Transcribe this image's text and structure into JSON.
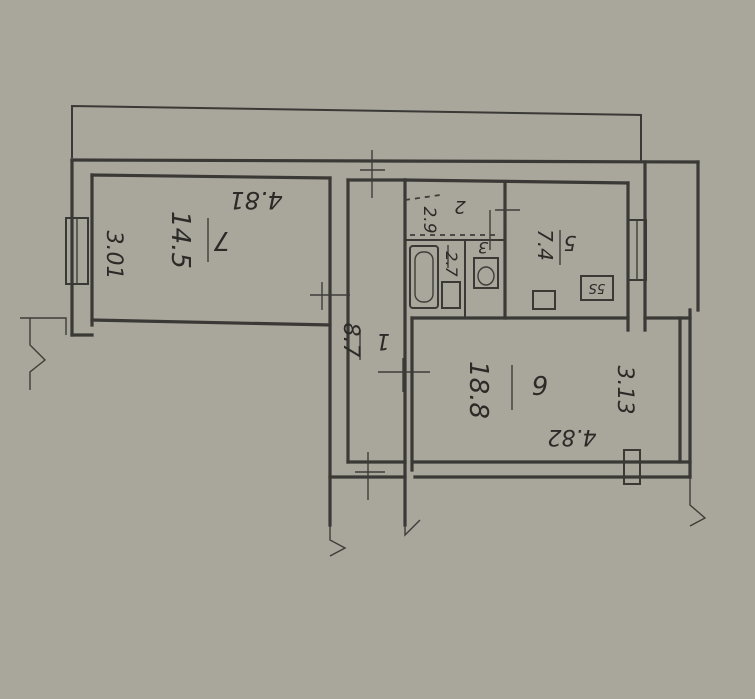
{
  "plan": {
    "rooms": [
      {
        "id": "room-1",
        "number": "1",
        "area": "8.7"
      },
      {
        "id": "room-2",
        "number": "2",
        "area": "2.9"
      },
      {
        "id": "room-3",
        "number": "3",
        "area": "2.7"
      },
      {
        "id": "room-5",
        "number": "5",
        "area": "7.4"
      },
      {
        "id": "room-6",
        "number": "6",
        "area": "18.8"
      },
      {
        "id": "room-7",
        "number": "7",
        "area": "14.5"
      }
    ],
    "dimensions": {
      "room7_top": "4.81",
      "room7_side": "3.01",
      "room6_side": "3.13",
      "room6_bottom": "4.82"
    },
    "stove_symbol": "5S",
    "ink_color": "#3a3935",
    "paper_color": "#a9a69c"
  }
}
